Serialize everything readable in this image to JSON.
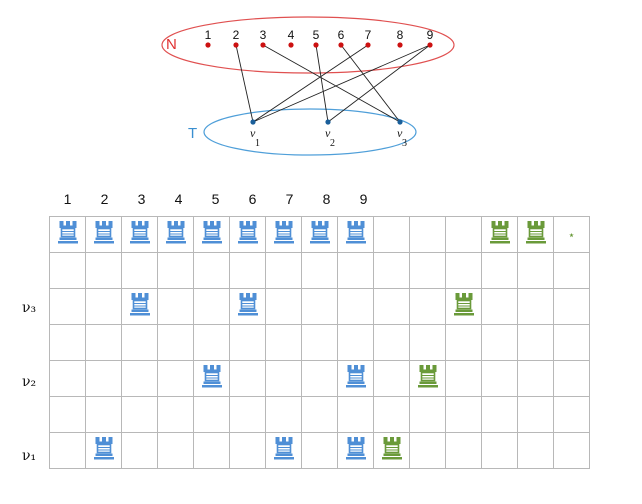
{
  "graph": {
    "n_label": "N",
    "t_label": "T",
    "n_nodes": [
      "1",
      "2",
      "3",
      "4",
      "5",
      "6",
      "7",
      "8",
      "9"
    ],
    "t_nodes": [
      {
        "base": "v",
        "sub": "1"
      },
      {
        "base": "v",
        "sub": "2"
      },
      {
        "base": "v",
        "sub": "3"
      }
    ],
    "edges": [
      [
        2,
        1
      ],
      [
        3,
        3
      ],
      [
        5,
        2
      ],
      [
        6,
        3
      ],
      [
        7,
        1
      ],
      [
        9,
        1
      ],
      [
        9,
        2
      ]
    ],
    "colors": {
      "n_ellipse": "#e05050",
      "n_dot": "#cc1111",
      "t_ellipse": "#4f9fd9",
      "t_dot": "#1a5f9a",
      "edge": "#222222"
    }
  },
  "board": {
    "column_numbers": [
      "1",
      "2",
      "3",
      "4",
      "5",
      "6",
      "7",
      "8",
      "9"
    ],
    "row_labels": [
      "ν₃",
      "ν₂",
      "ν₁"
    ],
    "star": "⋆",
    "colors": {
      "blue_rook": "#4f8fd6",
      "green_rook": "#6a9a3a"
    },
    "pieces": [
      {
        "row": 0,
        "col": 0,
        "color": "blue"
      },
      {
        "row": 0,
        "col": 1,
        "color": "blue"
      },
      {
        "row": 0,
        "col": 2,
        "color": "blue"
      },
      {
        "row": 0,
        "col": 3,
        "color": "blue"
      },
      {
        "row": 0,
        "col": 4,
        "color": "blue"
      },
      {
        "row": 0,
        "col": 5,
        "color": "blue"
      },
      {
        "row": 0,
        "col": 6,
        "color": "blue"
      },
      {
        "row": 0,
        "col": 7,
        "color": "blue"
      },
      {
        "row": 0,
        "col": 8,
        "color": "blue"
      },
      {
        "row": 0,
        "col": 12,
        "color": "green"
      },
      {
        "row": 0,
        "col": 13,
        "color": "green"
      },
      {
        "row": 2,
        "col": 2,
        "color": "blue"
      },
      {
        "row": 2,
        "col": 5,
        "color": "blue"
      },
      {
        "row": 2,
        "col": 11,
        "color": "green"
      },
      {
        "row": 4,
        "col": 4,
        "color": "blue"
      },
      {
        "row": 4,
        "col": 8,
        "color": "blue"
      },
      {
        "row": 4,
        "col": 10,
        "color": "green"
      },
      {
        "row": 6,
        "col": 1,
        "color": "blue"
      },
      {
        "row": 6,
        "col": 6,
        "color": "blue"
      },
      {
        "row": 6,
        "col": 8,
        "color": "blue"
      },
      {
        "row": 6,
        "col": 9,
        "color": "green"
      }
    ]
  }
}
